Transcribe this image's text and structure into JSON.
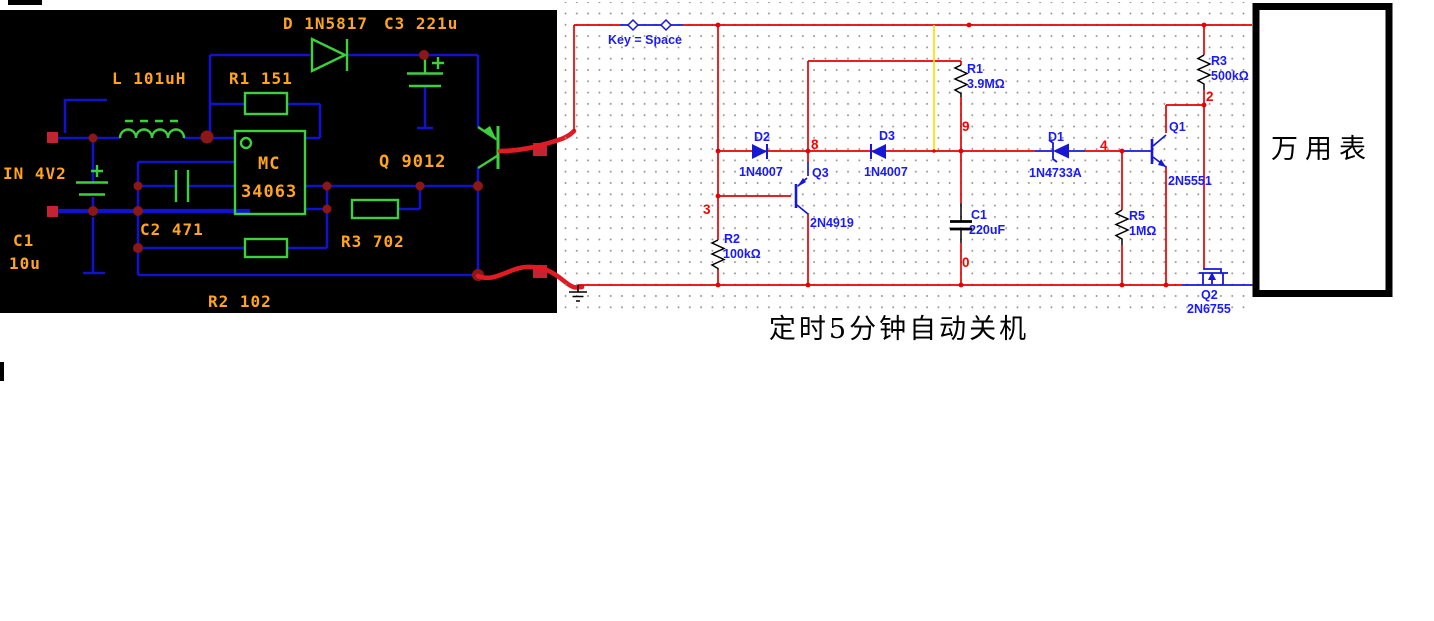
{
  "left_panel": {
    "labels": {
      "diode": "D 1N5817",
      "cap_out": "C3 221u",
      "inductor": "L 101uH",
      "r1": "R1 151",
      "input": "IN 4V2",
      "c1_ref": "C1",
      "c1_val": "10u",
      "c2": "C2 471",
      "ic_line1": "MC",
      "ic_line2": "34063",
      "transistor": "Q 9012",
      "r3": "R3 702",
      "r2": "R2 102"
    },
    "colors": {
      "background": "#000000",
      "wire": "#1212cc",
      "component": "#3ecf3e",
      "label": "#ffa41e",
      "junction": "#8b1717",
      "terminal": "#c42332",
      "probe_wire": "#e01b24"
    }
  },
  "schematic": {
    "switch_label": "Key = Space",
    "components": {
      "r1": {
        "ref": "R1",
        "val": "3.9MΩ"
      },
      "r2": {
        "ref": "R2",
        "val": "100kΩ"
      },
      "r3": {
        "ref": "R3",
        "val": "500kΩ"
      },
      "r5": {
        "ref": "R5",
        "val": "1MΩ"
      },
      "c1": {
        "ref": "C1",
        "val": "220uF"
      },
      "d1": {
        "ref": "D1",
        "val": "1N4733A"
      },
      "d2": {
        "ref": "D2",
        "val": "1N4007"
      },
      "d3": {
        "ref": "D3",
        "val": "1N4007"
      },
      "q1": {
        "ref": "Q1",
        "val": "2N5551"
      },
      "q2": {
        "ref": "Q2",
        "val": "2N6755"
      },
      "q3": {
        "ref": "Q3",
        "val": "2N4919"
      }
    },
    "nets": {
      "n0": "0",
      "n2": "2",
      "n3": "3",
      "n4": "4",
      "n8": "8",
      "n9": "9"
    },
    "colors": {
      "wire": "#e60000",
      "highlight_wire": "#ffdf00",
      "symbol_blue": "#1717d8",
      "label_blue": "#1a1aff",
      "net_red": "#ff0000",
      "grid_dot": "#8f8f8f"
    }
  },
  "multimeter": {
    "label": "万用表"
  },
  "caption": "定时5分钟自动关机"
}
